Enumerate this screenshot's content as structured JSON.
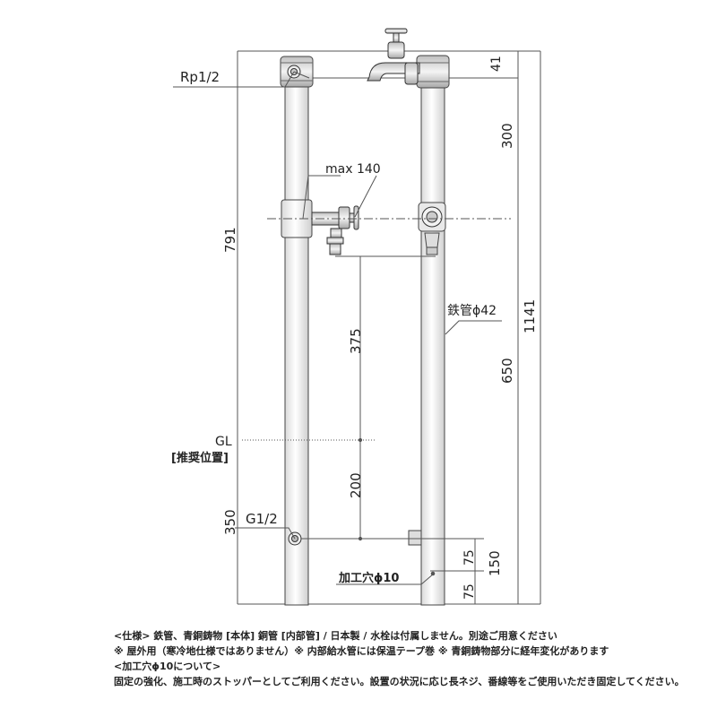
{
  "labels": {
    "rp": "Rp1/2",
    "max": "max 140",
    "dim_791": "791",
    "dim_41": "41",
    "dim_300": "300",
    "dim_1141": "1141",
    "pipe": "鉄管ϕ42",
    "dim_375": "375",
    "dim_650": "650",
    "gl": "GL",
    "gl_note": "[推奨位置]",
    "dim_200": "200",
    "g": "G1/2",
    "dim_350": "350",
    "dim_75a": "75",
    "dim_150": "150",
    "hole": "加工穴ϕ10",
    "dim_75b": "75"
  },
  "notes": [
    "<仕様>  鉄管、青銅鋳物 [本体]  銅管 [内部管] / 日本製 / 水栓は付属しません。別途ご用意ください",
    "※ 屋外用（寒冷地仕様ではありません）※ 内部給水管には保温テープ巻  ※ 青銅鋳物部分に経年変化があります",
    "<加工穴ϕ10について>",
    "固定の強化、施工時のストッパーとしてご利用ください。設置の状況に応じ長ネジ、番線等をご使用いただき固定してください。"
  ]
}
